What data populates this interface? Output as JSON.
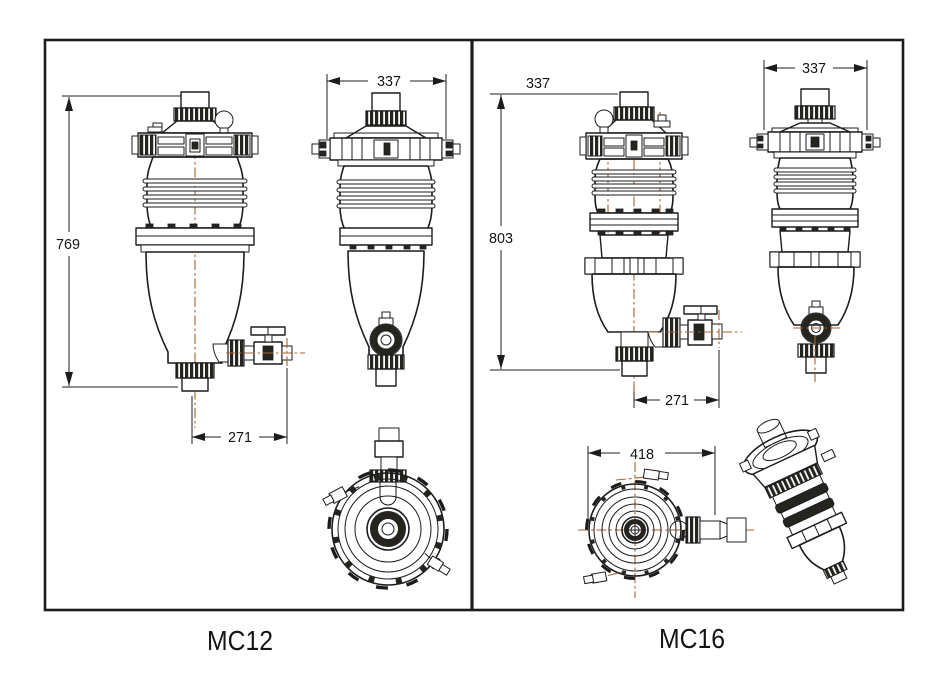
{
  "title": "Filter units technical drawing",
  "colors": {
    "background": "#ffffff",
    "line": "#1c1c1c",
    "centerline": "#a8622f"
  },
  "panels": [
    {
      "model": "MC12",
      "dims": {
        "height": "769",
        "bottom_width": "271",
        "side_top_width": "337"
      }
    },
    {
      "model": "MC16",
      "dims": {
        "front_top_width": "337",
        "height": "803",
        "bottom_width": "271",
        "side_top_width": "337",
        "top_view_width": "418"
      }
    }
  ]
}
